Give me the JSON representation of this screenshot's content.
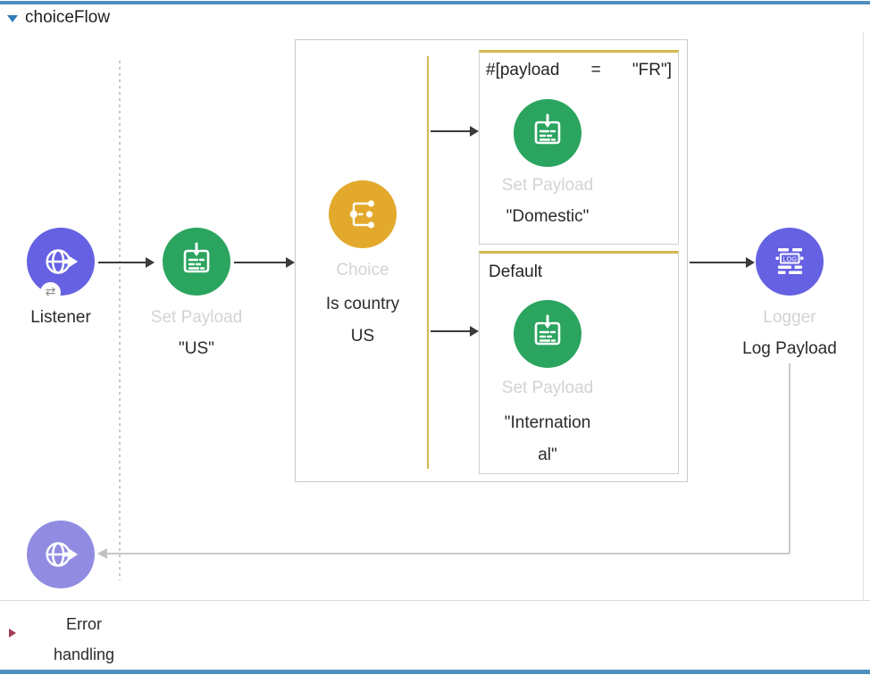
{
  "header": {
    "title": "choiceFlow"
  },
  "flow": {
    "listener": {
      "name": "Listener"
    },
    "set_payload_us": {
      "type": "Set Payload",
      "name": "\"US\""
    },
    "choice": {
      "type": "Choice",
      "name_lines": [
        "Is country",
        "US"
      ]
    },
    "when_branch": {
      "condition_parts": [
        "#[payload",
        "=",
        "\"FR\"]"
      ],
      "set_payload": {
        "type": "Set Payload",
        "name": "\"Domestic\""
      }
    },
    "default_branch": {
      "label": "Default",
      "set_payload": {
        "type": "Set Payload",
        "name_lines": [
          "\"Internation",
          "al\""
        ]
      }
    },
    "logger": {
      "type": "Logger",
      "name": "Log Payload"
    }
  },
  "error_handling": {
    "label_lines": [
      "Error",
      "handling"
    ]
  },
  "icons": {
    "logger_text": "LOG",
    "exchange_glyph": "⇄"
  },
  "colors": {
    "purple": "#6561e2",
    "purple_faded": "#918ce2",
    "green": "#2ba45f",
    "amber": "#e3a92c",
    "branch_accent": "#d4b84f",
    "selection_blue": "#4f8fbf",
    "error_marker": "#a33b55"
  }
}
